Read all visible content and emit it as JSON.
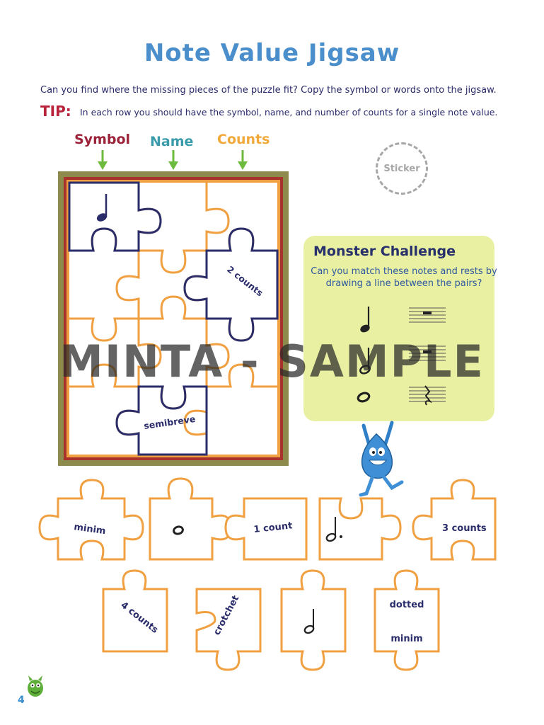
{
  "page": {
    "title": "Note Value Jigsaw",
    "intro": "Can you find where the missing pieces of the puzzle fit? Copy the symbol or words onto the jigsaw.",
    "tip_label": "TIP:",
    "tip_text": "In each row you should have the symbol, name, and number of counts for a single note value.",
    "page_number": "4"
  },
  "columns": {
    "symbol": "Symbol",
    "name": "Name",
    "counts": "Counts"
  },
  "sticker": "Sticker",
  "board": {
    "pieces": [
      {
        "row": 0,
        "col": 0,
        "content": "crotchet-note-icon"
      },
      {
        "row": 1,
        "col": 2,
        "content": "2 counts"
      },
      {
        "row": 3,
        "col": 1,
        "content": "semibreve"
      }
    ]
  },
  "challenge": {
    "title": "Monster Challenge",
    "text": "Can you match these notes and rests by drawing a line between the pairs?",
    "notes": [
      "crotchet-note-icon",
      "minim-note-icon",
      "semibreve-note-icon"
    ],
    "rests": [
      "semibreve-rest-icon",
      "minim-rest-icon",
      "crotchet-rest-icon"
    ]
  },
  "watermark": "MINTA - SAMPLE",
  "loose_pieces": {
    "row1": [
      "minim",
      "semibreve-note-icon",
      "1 count",
      "dotted-minim-note-icon",
      "3 counts"
    ],
    "row2": [
      "4 counts",
      "crotchet",
      "minim-note-icon",
      "dotted minim"
    ]
  },
  "colors": {
    "title": "#4a8fcb",
    "puzzle_outline": "#f0a040",
    "piece_highlight": "#2b2d6b",
    "frame_olive": "#8e8a4c",
    "frame_red": "#a8322c",
    "challenge_bg": "#e9f0a2"
  }
}
